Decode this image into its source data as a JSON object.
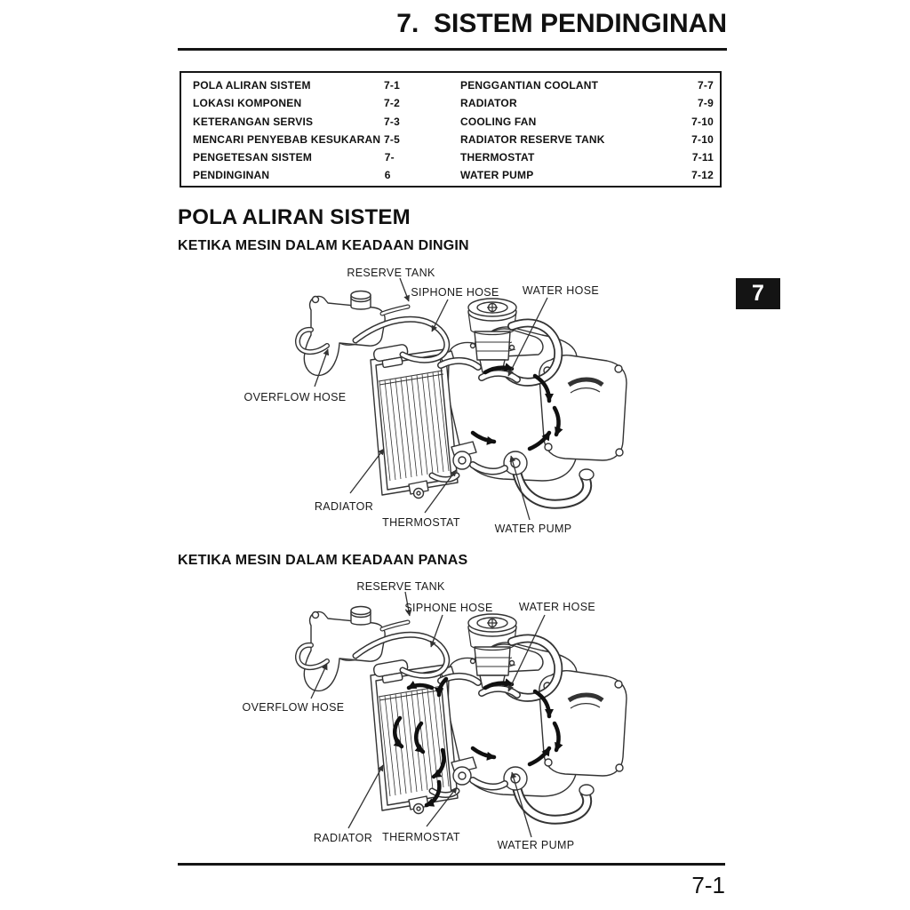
{
  "page": {
    "chapter_heading": "7.  SISTEM PENDINGINAN",
    "chapter_tab": "7",
    "page_number": "7-1"
  },
  "colors": {
    "ink": "#111111",
    "tab_bg": "#141414",
    "tab_fg": "#ffffff"
  },
  "toc": {
    "left_column": [
      {
        "label": "POLA ALIRAN SISTEM",
        "page": "7-1"
      },
      {
        "label": "LOKASI KOMPONEN",
        "page": "7-2"
      },
      {
        "label": "KETERANGAN SERVIS",
        "page": "7-3"
      },
      {
        "label": "MENCARI PENYEBAB KESUKARAN",
        "page": "7-5"
      },
      {
        "label": "PENGETESAN SISTEM PENDINGINAN",
        "page": "7-6"
      }
    ],
    "right_column": [
      {
        "label": "PENGGANTIAN COOLANT",
        "page": "7-7"
      },
      {
        "label": "RADIATOR",
        "page": "7-9"
      },
      {
        "label": "COOLING FAN",
        "page": "7-10"
      },
      {
        "label": "RADIATOR RESERVE TANK",
        "page": "7-10"
      },
      {
        "label": "THERMOSTAT",
        "page": "7-11"
      },
      {
        "label": "WATER PUMP",
        "page": "7-12"
      }
    ]
  },
  "content": {
    "section_title": "POLA ALIRAN SISTEM",
    "diagrams": [
      {
        "heading": "KETIKA MESIN DALAM KEADAAN DINGIN",
        "labels": [
          "RESERVE TANK",
          "SIPHONE HOSE",
          "WATER HOSE",
          "OVERFLOW HOSE",
          "RADIATOR",
          "THERMOSTAT",
          "WATER PUMP"
        ]
      },
      {
        "heading": "KETIKA MESIN DALAM KEADAAN PANAS",
        "labels": [
          "RESERVE TANK",
          "SIPHONE HOSE",
          "WATER HOSE",
          "OVERFLOW HOSE",
          "RADIATOR",
          "THERMOSTAT",
          "WATER PUMP"
        ]
      }
    ]
  }
}
